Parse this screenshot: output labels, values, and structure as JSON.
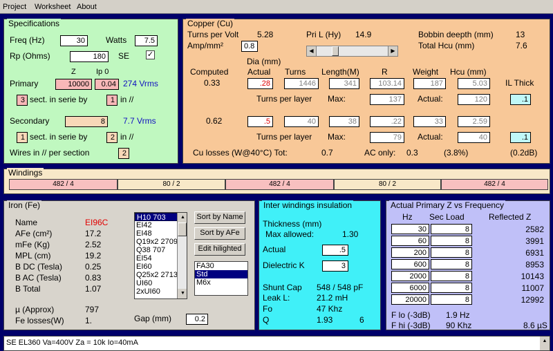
{
  "menu": [
    "Project",
    "Worksheet",
    "About"
  ],
  "spec": {
    "title": "Specifications",
    "freq_label": "Freq (Hz)",
    "freq": "30",
    "watts_label": "Watts",
    "watts": "7.5",
    "rp_label": "Rp (Ohms)",
    "rp": "180",
    "se_label": "SE",
    "se_checked": "✓",
    "z_hdr": "Z",
    "ip_hdr": "Ip 0",
    "primary_label": "Primary",
    "primary_z": "10000",
    "primary_ip": "0.04",
    "primary_vrms": "274 Vrms",
    "p_sect": "3",
    "sect_label": "sect. in serie by",
    "p_par": "1",
    "par_label": "in //",
    "secondary_label": "Secondary",
    "secondary_z": "8",
    "secondary_vrms": "7.7 Vrms",
    "s_sect": "1",
    "s_par": "2",
    "wires_label": "Wires in // per section",
    "wires": "2"
  },
  "copper": {
    "title": "Copper (Cu)",
    "tpv_label": "Turns per Volt",
    "tpv": "5.28",
    "pril_label": "Pri L (Hy)",
    "pril": "14.9",
    "bobbin_label": "Bobbin deepth (mm)",
    "bobbin": "13",
    "amp_label": "Amp/mm²",
    "amp": "0.8",
    "hcu_label": "Total Hcu (mm)",
    "hcu": "7.6",
    "dia_label": "Dia (mm)",
    "hdr": {
      "computed": "Computed",
      "actual": "Actual",
      "turns": "Turns",
      "length": "Length(M)",
      "r": "R",
      "weight": "Weight",
      "hcu": "Hcu (mm)",
      "il": "IL Thick"
    },
    "p": {
      "computed": "0.33",
      "actual": ".28",
      "turns": "1446",
      "length": "341",
      "r": "103.14",
      "weight": "187",
      "hcu": "5.03",
      "il": ".1",
      "max": "137",
      "act": "120"
    },
    "s": {
      "computed": "0.62",
      "actual": ".5",
      "turns": "40",
      "length": "38",
      "r": ".22",
      "weight": "33",
      "hcu": "2.59",
      "il": ".1",
      "max": "79",
      "act": "40"
    },
    "tpl_label": "Turns per layer",
    "max_label": "Max:",
    "act_label": "Actual:",
    "losses_label": "Cu losses (W@40°C) Tot:",
    "losses": "0.7",
    "ac_label": "AC only:",
    "ac": "0.3",
    "ac_pct": "(3.8%)",
    "db": "(0.2dB)"
  },
  "windings": {
    "title": "Windings",
    "cells": [
      "482 / 4",
      "80 / 2",
      "482 / 4",
      "80 / 2",
      "482 / 4"
    ]
  },
  "iron": {
    "title": "Iron (Fe)",
    "name_label": "Name",
    "name": "EI96C",
    "afe_label": "AFe (cm²)",
    "afe": "17.2",
    "mfe_label": "mFe (Kg)",
    "mfe": "2.52",
    "mpl_label": "MPL (cm)",
    "mpl": "19.2",
    "bdc_label": "B DC (Tesla)",
    "bdc": "0.25",
    "bac_label": "B AC (Tesla)",
    "bac": "0.83",
    "btot_label": "B Total",
    "btot": "1.07",
    "mu_label": "µ (Approx)",
    "mu": "797",
    "fel_label": "Fe losses(W)",
    "fel": "1.",
    "cores": [
      "H10 703",
      "EI42",
      "EI48",
      "Q19x2 2709",
      "Q38 707",
      "EI54",
      "EI60",
      "Q25x2 2713",
      "UI60",
      "2xUI60"
    ],
    "btn_name": "Sort by Name",
    "btn_afe": "Sort by AFe",
    "btn_edit": "Edit hilighted",
    "mats": [
      "FA30",
      "Std",
      "M6x"
    ],
    "gap_label": "Gap (mm)",
    "gap": "0.2"
  },
  "ins": {
    "title": "Inter windings insulation",
    "thick_label": "Thickness (mm)",
    "max_label": "Max allowed:",
    "max": "1.30",
    "actual_label": "Actual",
    "actual": ".5",
    "dk_label": "Dielectric K",
    "dk": "3",
    "shunt_label": "Shunt Cap",
    "shunt": "548 / 548 pF",
    "leak_label": "Leak L:",
    "leak": "21.2 mH",
    "fo_label": "Fo",
    "fo": "47 Khz",
    "q_label": "Q",
    "q": "1.93",
    "q2": "6"
  },
  "freq": {
    "title": "Actual Primary Z vs Frequency",
    "hz": "Hz",
    "sec": "Sec Load",
    "refl": "Reflected Z",
    "rows": [
      [
        "30",
        "8",
        "2582"
      ],
      [
        "60",
        "8",
        "3991"
      ],
      [
        "200",
        "8",
        "6931"
      ],
      [
        "600",
        "8",
        "8953"
      ],
      [
        "2000",
        "8",
        "10143"
      ],
      [
        "6000",
        "8",
        "11007"
      ],
      [
        "20000",
        "8",
        "12992"
      ]
    ],
    "flo_label": "F lo (-3dB)",
    "flo": "1.9 Hz",
    "fhi_label": "F hi (-3dB)",
    "fhi": "90 Khz",
    "us": "8.6 µS"
  },
  "notes": "SE EL360 Va=400V Za = 10k Io=40mA"
}
